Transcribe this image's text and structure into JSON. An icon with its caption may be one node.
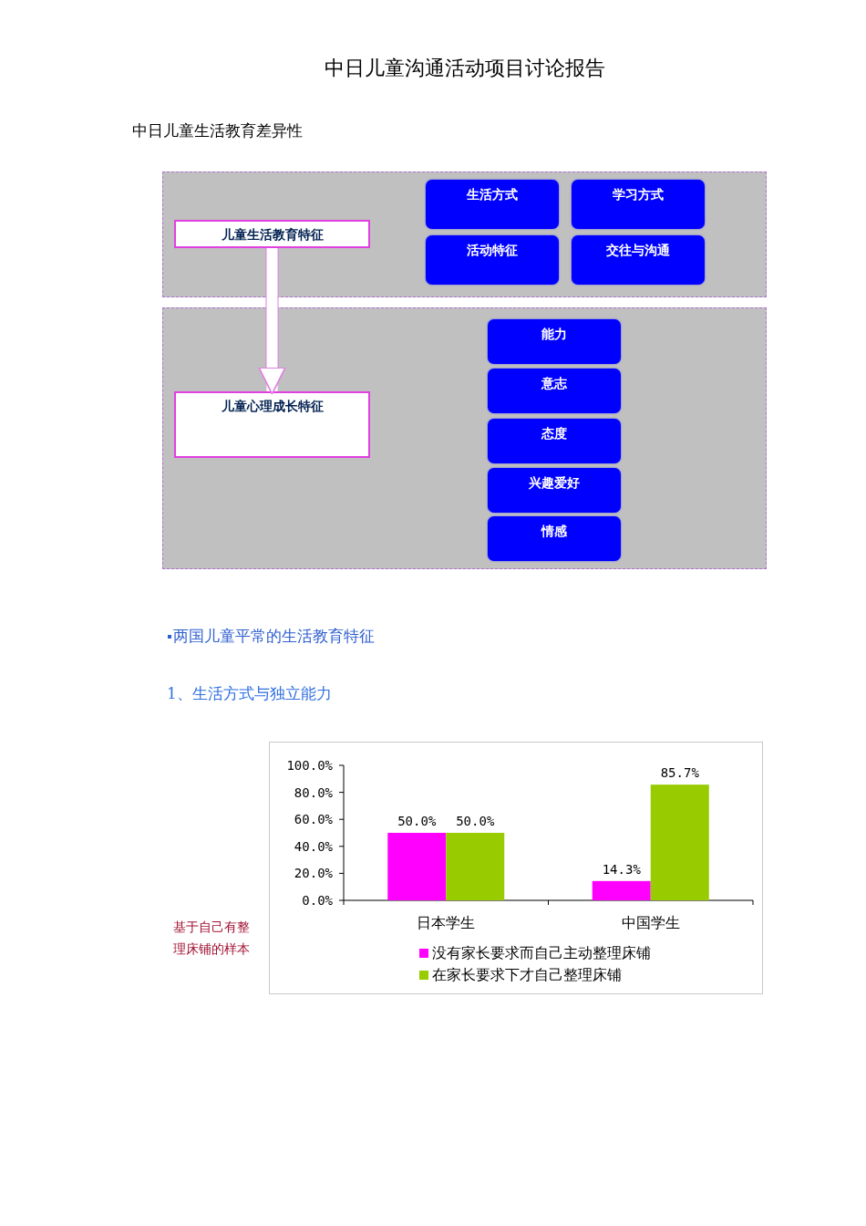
{
  "diagram": {
    "title": "中日儿童沟通活动项目讨论报告",
    "nodes": [
      {
        "text": [],
        "shape": "box"
      },
      {
        "text": [
          "儿童生活教育特征"
        ],
        "in": 0
      },
      {
        "text": [
          "生活方式"
        ],
        "in": 0
      },
      {
        "text": [
          "学习方式"
        ],
        "in": 0
      },
      {
        "text": [
          "活动特征"
        ],
        "in": 0
      },
      {
        "text": [
          "交往与沟通"
        ],
        "in": 0
      },
      {
        "text": [],
        "shape": "box"
      },
      {
        "text": [
          "儿童心理成长特征"
        ],
        "in": 6
      },
      {
        "text": [
          "能力"
        ],
        "in": 6
      },
      {
        "text": [
          "意志"
        ],
        "in": 6
      },
      {
        "text": [
          "态度"
        ],
        "in": 6
      },
      {
        "text": [
          "兴趣爱好"
        ],
        "in": 6
      },
      {
        "text": [
          "情感"
        ],
        "in": 6
      }
    ],
    "edges": [
      {
        "from": 1,
        "to": 7,
        "arrow": "to"
      }
    ],
    "labels": [
      "中日儿童生活教育差异性",
      "两国儿童平常的生活教育特征",
      "1、生活方式与独立能力",
      "基于自己有整理床铺的样本"
    ],
    "chart_data": {
      "type": "bar",
      "categories": [
        "日本学生",
        "中国学生"
      ],
      "series": [
        {
          "color": "#ff00ff",
          "values": [
            50.0,
            14.3
          ]
        },
        {
          "color": "#99cc00",
          "values": [
            50.0,
            85.7
          ]
        }
      ],
      "ylim": [
        0,
        100
      ],
      "yticks": [
        {
          "value": 0,
          "label": "0.0%"
        },
        {
          "value": 20,
          "label": "20.0%"
        },
        {
          "value": 40,
          "label": "40.0%"
        },
        {
          "value": 60,
          "label": "60.0%"
        },
        {
          "value": 80,
          "label": "80.0%"
        },
        {
          "value": 100,
          "label": "100.0%"
        }
      ],
      "value_labels": [
        [
          "50.0%",
          "14.3%"
        ],
        [
          "50.0%",
          "85.7%"
        ]
      ]
    },
    "legend": [
      {
        "text": "没有家长要求而自己主动整理床铺",
        "color": "#ff00ff"
      },
      {
        "text": "在家长要求下才自己整理床铺",
        "color": "#99cc00"
      }
    ]
  }
}
